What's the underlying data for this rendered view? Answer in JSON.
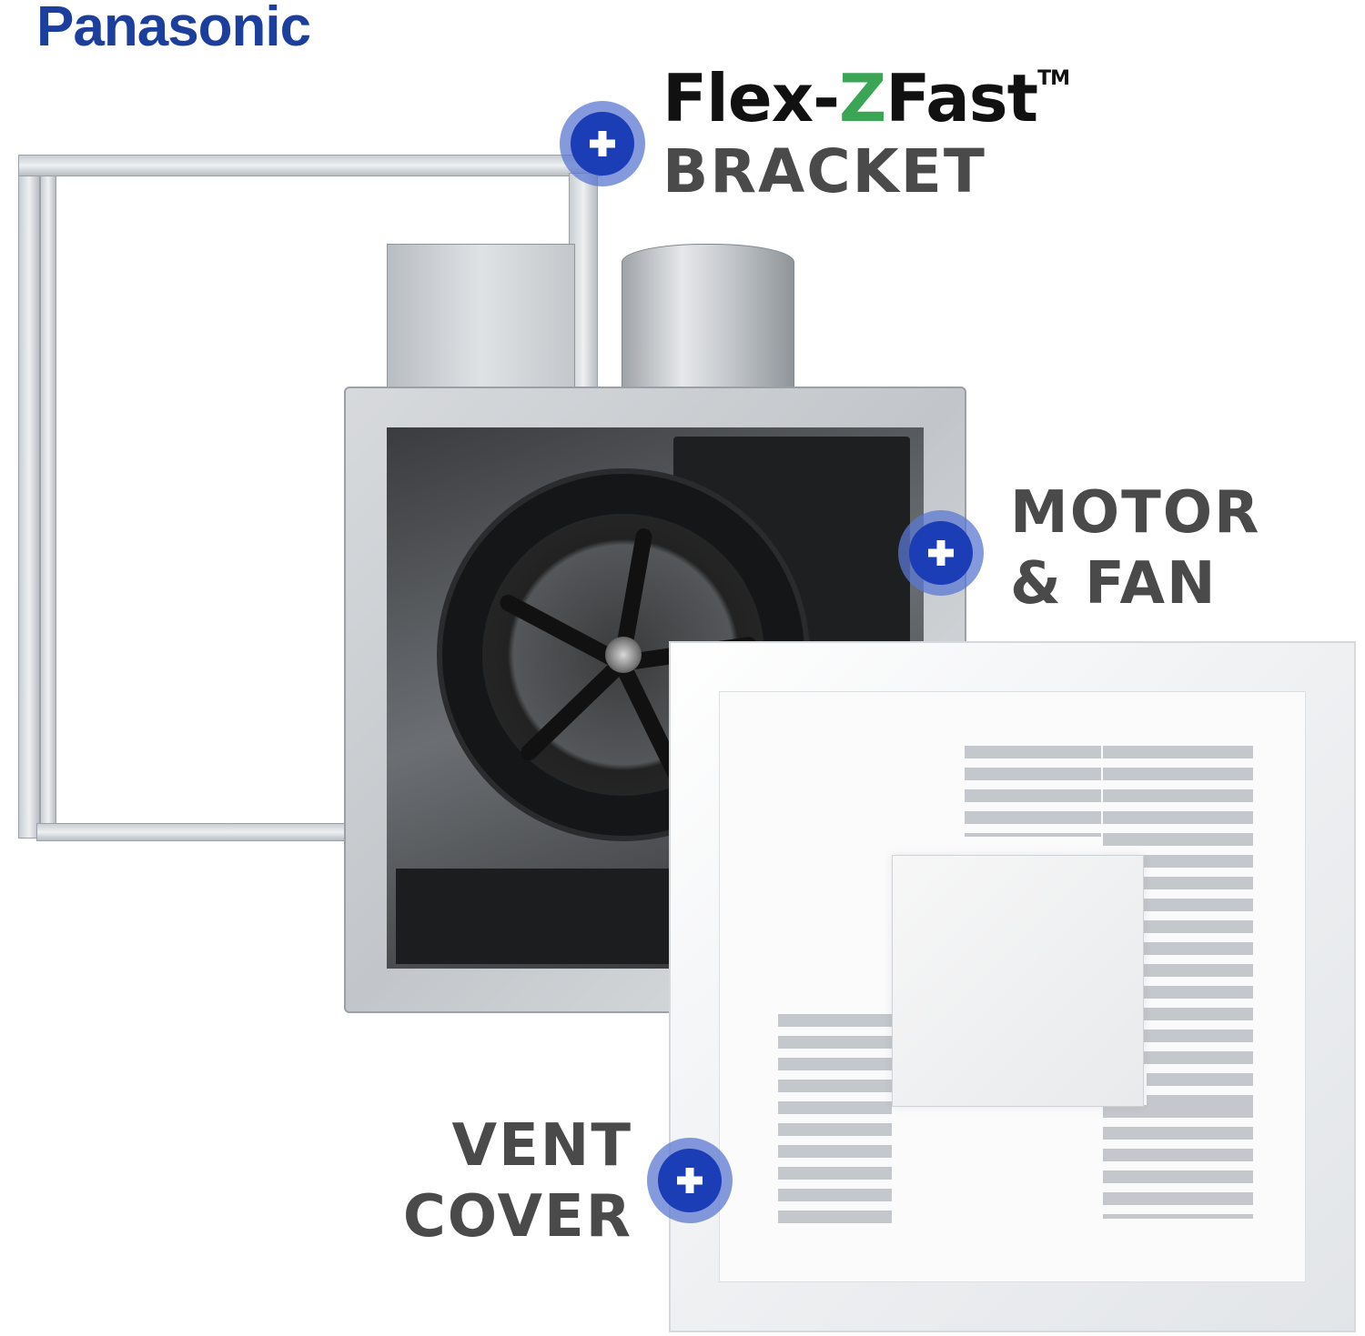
{
  "brand": {
    "logo_text": "Panasonic",
    "color": "#1c3f9e"
  },
  "callouts": {
    "bracket": {
      "title_prefix": "Flex-",
      "title_z": "Z",
      "title_suffix": "Fast",
      "trademark": "TM",
      "subtitle": "BRACKET",
      "icon": "plus-icon"
    },
    "motor": {
      "line1": "MOTOR",
      "line2": "& FAN",
      "icon": "plus-icon"
    },
    "vent": {
      "line1": "VENT",
      "line2": "COVER",
      "icon": "plus-icon"
    }
  },
  "colors": {
    "callout_blue": "#1b3db5",
    "z_green": "#3aa655",
    "label_gray": "#4a4a4a"
  }
}
